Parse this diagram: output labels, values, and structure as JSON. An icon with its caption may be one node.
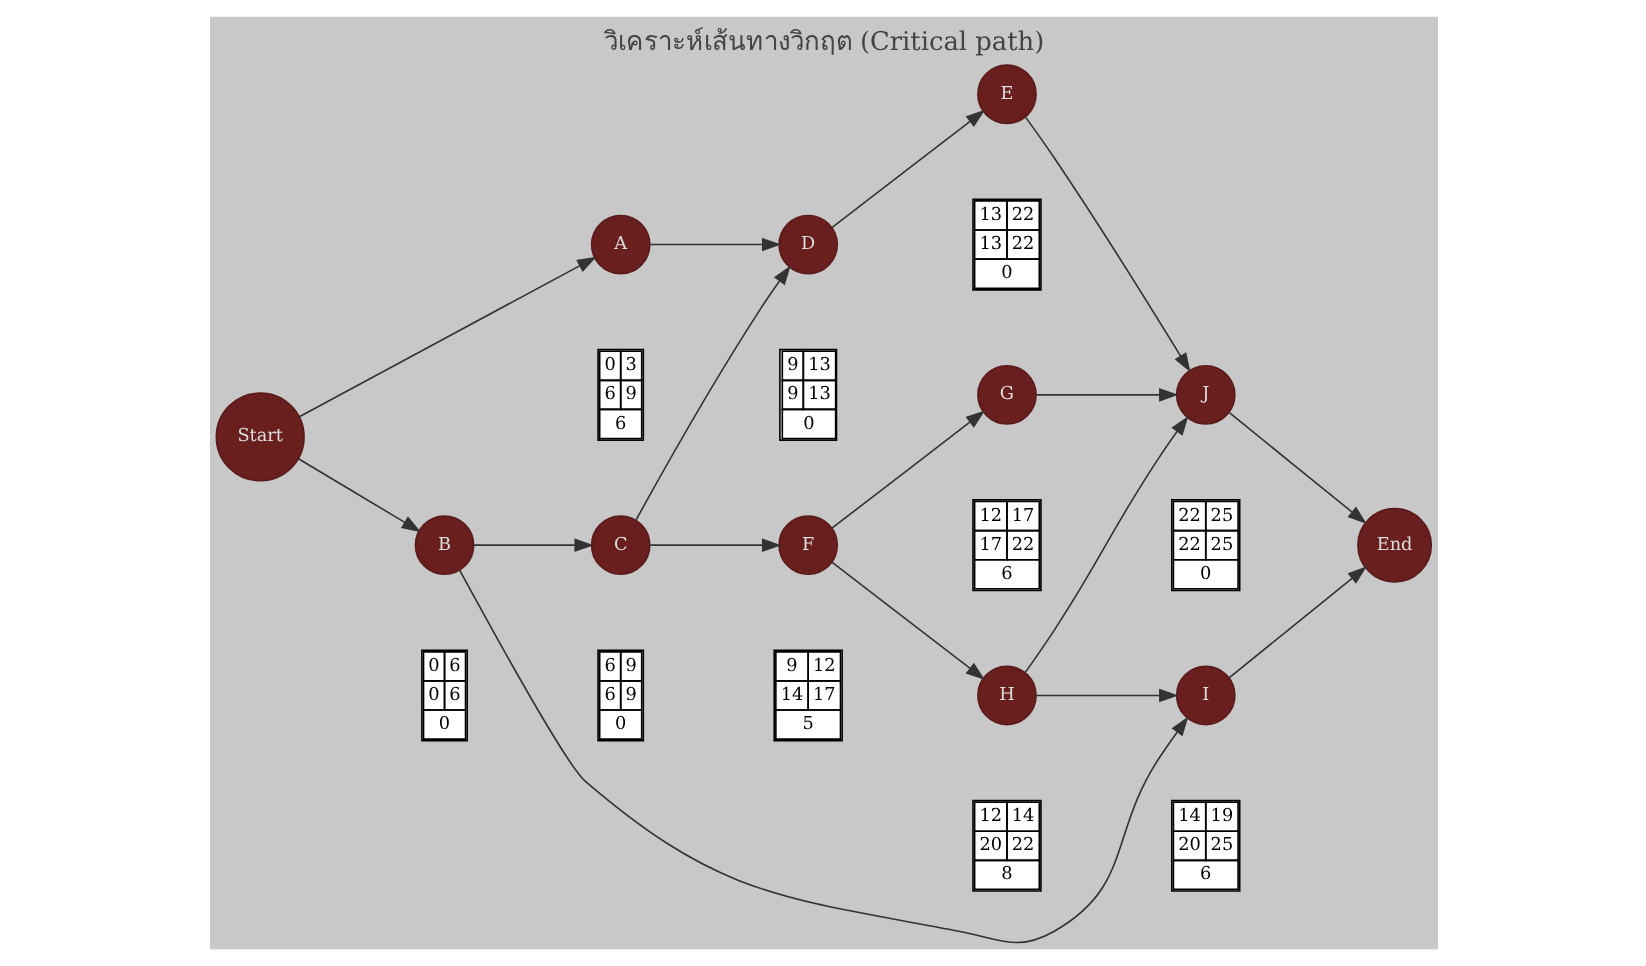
{
  "diagram": {
    "title": "วิเคราะห์เส้นทางวิกฤต (Critical path)",
    "nodes": [
      {
        "text": [
          "Start"
        ]
      },
      {
        "text": [
          "A"
        ],
        "beside": [
          "0",
          "3",
          "6",
          "9",
          "6"
        ]
      },
      {
        "text": [
          "B"
        ],
        "beside": [
          "0",
          "6",
          "0",
          "6",
          "0"
        ]
      },
      {
        "text": [
          "C"
        ],
        "beside": [
          "6",
          "9",
          "6",
          "9",
          "0"
        ]
      },
      {
        "text": [
          "D"
        ],
        "beside": [
          "9",
          "13",
          "9",
          "13",
          "0"
        ]
      },
      {
        "text": [
          "E"
        ],
        "beside": [
          "13",
          "22",
          "13",
          "22",
          "0"
        ]
      },
      {
        "text": [
          "F"
        ],
        "beside": [
          "9",
          "12",
          "14",
          "17",
          "5"
        ]
      },
      {
        "text": [
          "G"
        ],
        "beside": [
          "12",
          "17",
          "17",
          "22",
          "6"
        ]
      },
      {
        "text": [
          "H"
        ],
        "beside": [
          "12",
          "14",
          "20",
          "22",
          "8"
        ]
      },
      {
        "text": [
          "I"
        ],
        "beside": [
          "14",
          "19",
          "20",
          "25",
          "6"
        ]
      },
      {
        "text": [
          "J"
        ],
        "beside": [
          "22",
          "25",
          "22",
          "25",
          "0"
        ]
      },
      {
        "text": [
          "End"
        ]
      }
    ],
    "edges": [
      {
        "from": 0,
        "to": 1,
        "arrow": "to"
      },
      {
        "from": 0,
        "to": 2,
        "arrow": "to"
      },
      {
        "from": 1,
        "to": 4,
        "arrow": "to"
      },
      {
        "from": 2,
        "to": 3,
        "arrow": "to"
      },
      {
        "from": 2,
        "to": 9,
        "arrow": "to"
      },
      {
        "from": 3,
        "to": 4,
        "arrow": "to"
      },
      {
        "from": 3,
        "to": 6,
        "arrow": "to"
      },
      {
        "from": 4,
        "to": 5,
        "arrow": "to"
      },
      {
        "from": 5,
        "to": 10,
        "arrow": "to"
      },
      {
        "from": 6,
        "to": 7,
        "arrow": "to"
      },
      {
        "from": 6,
        "to": 8,
        "arrow": "to"
      },
      {
        "from": 7,
        "to": 10,
        "arrow": "to"
      },
      {
        "from": 8,
        "to": 10,
        "arrow": "to"
      },
      {
        "from": 8,
        "to": 9,
        "arrow": "to"
      },
      {
        "from": 10,
        "to": 11,
        "arrow": "to"
      },
      {
        "from": 9,
        "to": 11,
        "arrow": "to"
      }
    ]
  }
}
